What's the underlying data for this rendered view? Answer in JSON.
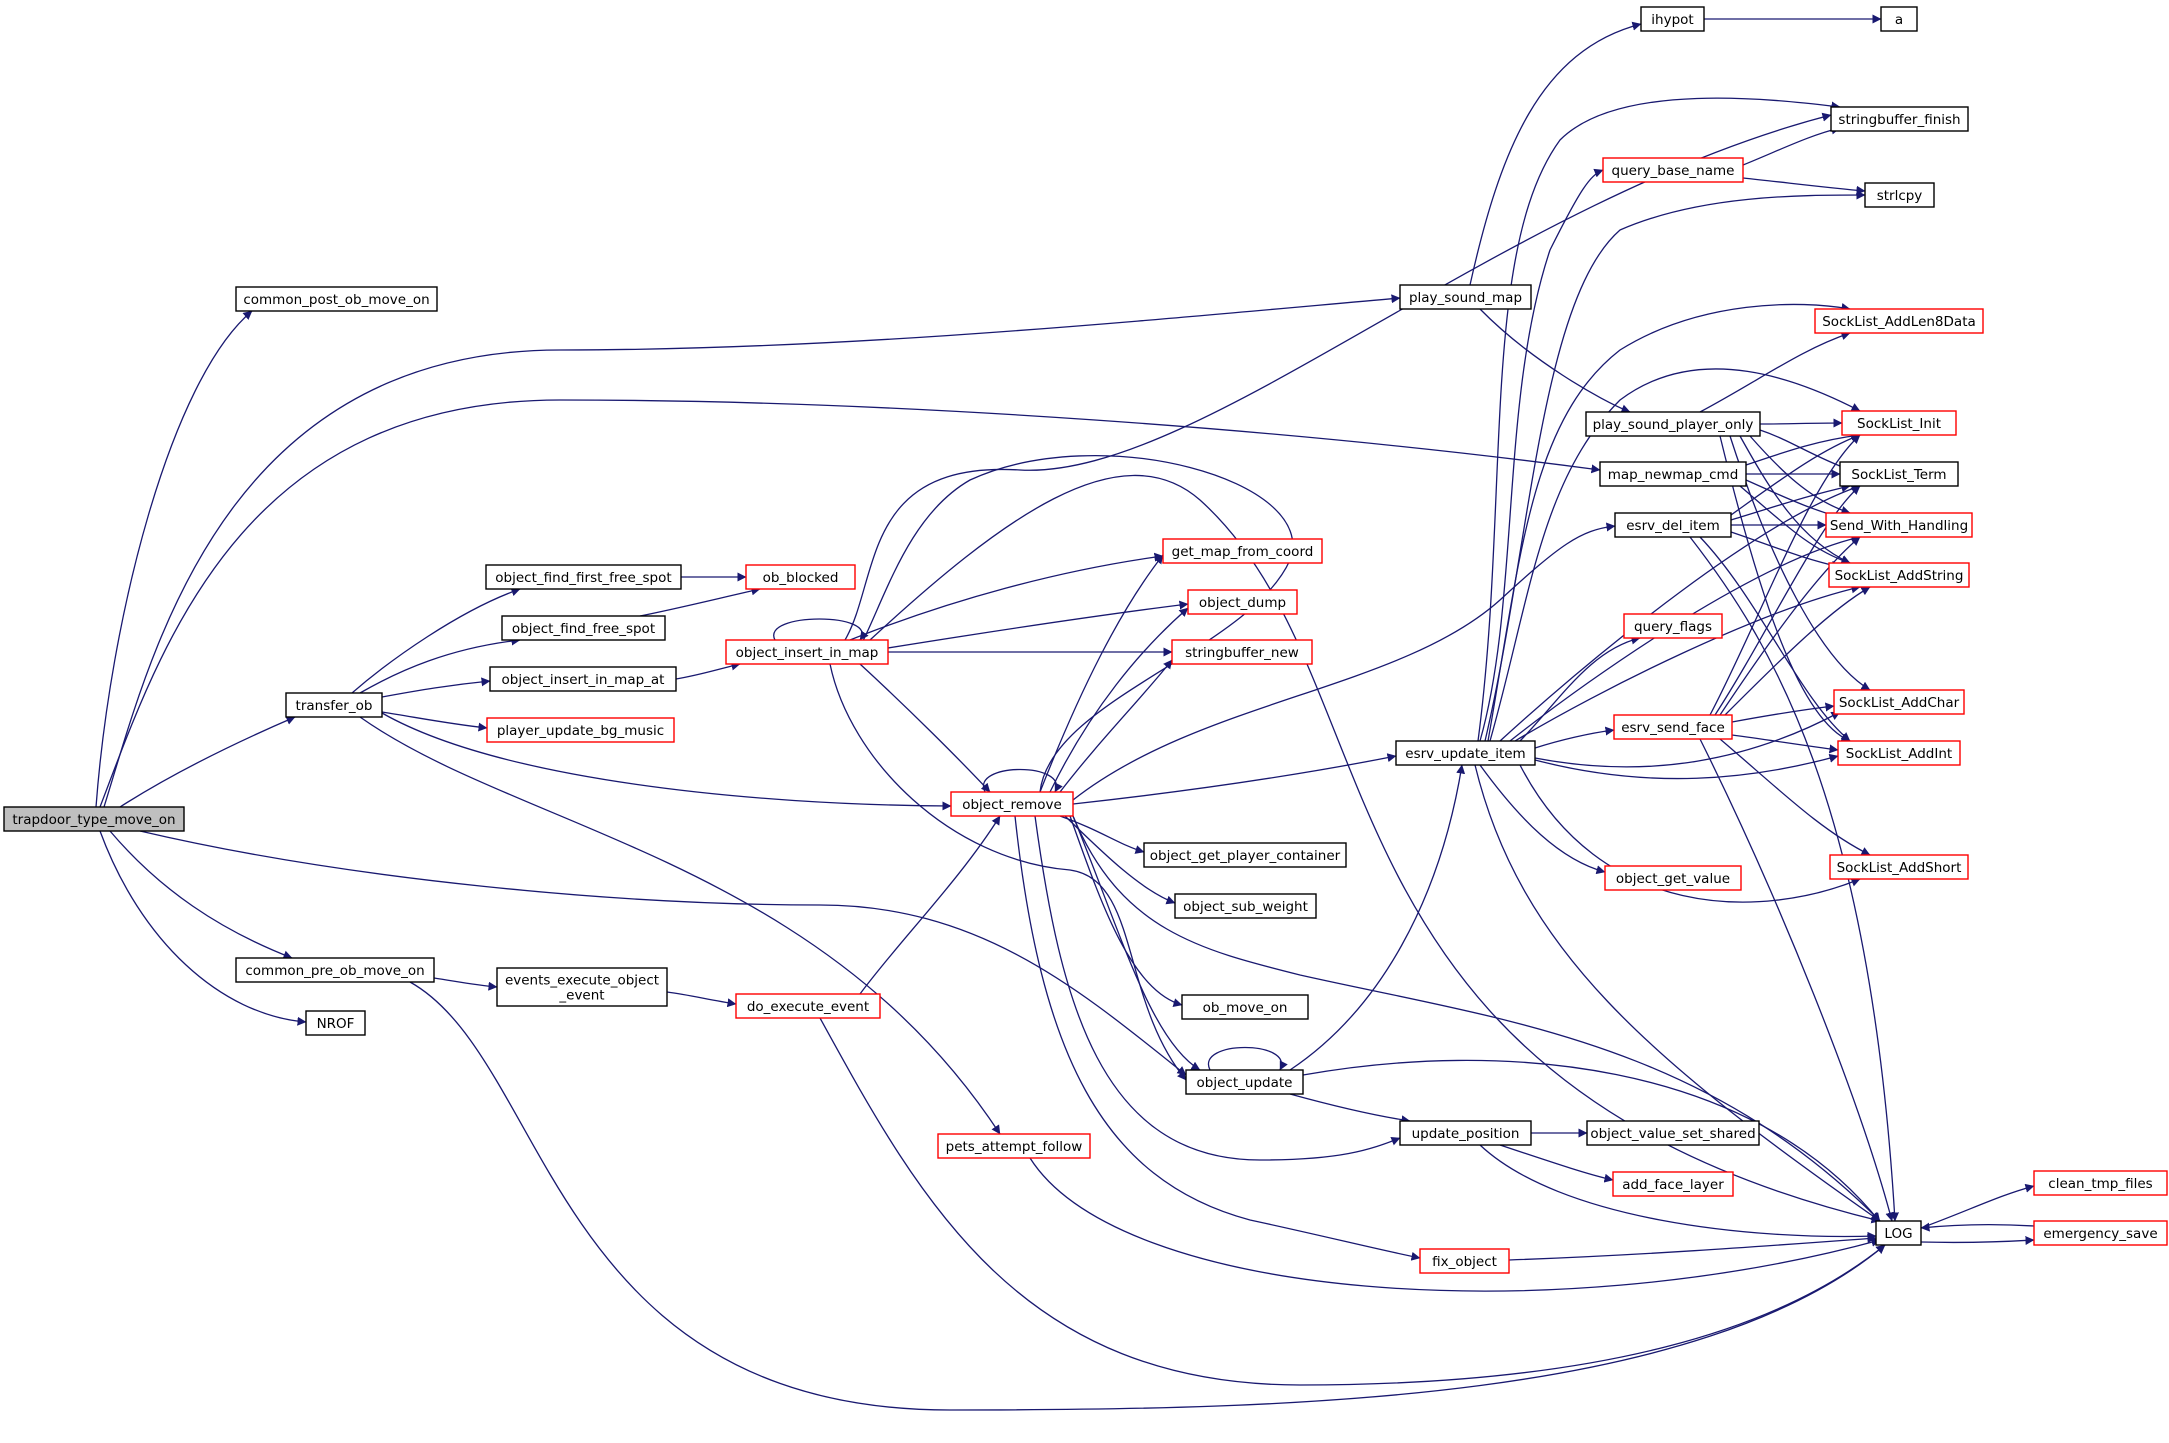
{
  "graph": {
    "colors": {
      "edge": "#191970",
      "border_default": "#000000",
      "border_red": "#ff0000",
      "fill_default": "#ffffff",
      "fill_root": "#bfbfbf"
    },
    "nodes": [
      {
        "id": "root",
        "label": "trapdoor_type_move_on",
        "style": "root"
      },
      {
        "id": "common_post",
        "label": "common_post_ob_move_on",
        "style": "black"
      },
      {
        "id": "transfer_ob",
        "label": "transfer_ob",
        "style": "black"
      },
      {
        "id": "common_pre",
        "label": "common_pre_ob_move_on",
        "style": "black"
      },
      {
        "id": "nrof",
        "label": "NROF",
        "style": "black"
      },
      {
        "id": "ofirst",
        "label": "object_find_first_free_spot",
        "style": "black"
      },
      {
        "id": "ofree",
        "label": "object_find_free_spot",
        "style": "black"
      },
      {
        "id": "oinsat",
        "label": "object_insert_in_map_at",
        "style": "black"
      },
      {
        "id": "pubg",
        "label": "player_update_bg_music",
        "style": "red"
      },
      {
        "id": "evexec",
        "label": [
          "events_execute_object",
          "_event"
        ],
        "style": "black"
      },
      {
        "id": "obblocked",
        "label": "ob_blocked",
        "style": "red"
      },
      {
        "id": "oinsmap",
        "label": "object_insert_in_map",
        "style": "red"
      },
      {
        "id": "oremove",
        "label": "object_remove",
        "style": "red"
      },
      {
        "id": "doexec",
        "label": "do_execute_event",
        "style": "red"
      },
      {
        "id": "pets",
        "label": "pets_attempt_follow",
        "style": "red"
      },
      {
        "id": "getmap",
        "label": "get_map_from_coord",
        "style": "red"
      },
      {
        "id": "odump",
        "label": "object_dump",
        "style": "red"
      },
      {
        "id": "sbnew",
        "label": "stringbuffer_new",
        "style": "red"
      },
      {
        "id": "ogpc",
        "label": "object_get_player_container",
        "style": "black"
      },
      {
        "id": "osw",
        "label": "object_sub_weight",
        "style": "black"
      },
      {
        "id": "obmove",
        "label": "ob_move_on",
        "style": "black"
      },
      {
        "id": "oupdate",
        "label": "object_update",
        "style": "black"
      },
      {
        "id": "fixobj",
        "label": "fix_object",
        "style": "red"
      },
      {
        "id": "playsound",
        "label": "play_sound_map",
        "style": "black"
      },
      {
        "id": "updpos",
        "label": "update_position",
        "style": "black"
      },
      {
        "id": "esrvupd",
        "label": "esrv_update_item",
        "style": "black"
      },
      {
        "id": "ihypot",
        "label": "ihypot",
        "style": "black"
      },
      {
        "id": "a",
        "label": "a",
        "style": "black"
      },
      {
        "id": "qbn",
        "label": "query_base_name",
        "style": "red"
      },
      {
        "id": "sbfinish",
        "label": "stringbuffer_finish",
        "style": "black"
      },
      {
        "id": "strlcpy",
        "label": "strlcpy",
        "style": "black"
      },
      {
        "id": "pspo",
        "label": "play_sound_player_only",
        "style": "black"
      },
      {
        "id": "mapnew",
        "label": "map_newmap_cmd",
        "style": "black"
      },
      {
        "id": "esrvdel",
        "label": "esrv_del_item",
        "style": "black"
      },
      {
        "id": "qflags",
        "label": "query_flags",
        "style": "red"
      },
      {
        "id": "esrvface",
        "label": "esrv_send_face",
        "style": "red"
      },
      {
        "id": "ogetval",
        "label": "object_get_value",
        "style": "red"
      },
      {
        "id": "ovss",
        "label": "object_value_set_shared",
        "style": "black"
      },
      {
        "id": "addface",
        "label": "add_face_layer",
        "style": "red"
      },
      {
        "id": "sladd8",
        "label": "SockList_AddLen8Data",
        "style": "red"
      },
      {
        "id": "slinit",
        "label": "SockList_Init",
        "style": "red"
      },
      {
        "id": "slterm",
        "label": "SockList_Term",
        "style": "black"
      },
      {
        "id": "swh",
        "label": "Send_With_Handling",
        "style": "red"
      },
      {
        "id": "slstr",
        "label": "SockList_AddString",
        "style": "red"
      },
      {
        "id": "slchar",
        "label": "SockList_AddChar",
        "style": "red"
      },
      {
        "id": "slint",
        "label": "SockList_AddInt",
        "style": "red"
      },
      {
        "id": "slshort",
        "label": "SockList_AddShort",
        "style": "red"
      },
      {
        "id": "log",
        "label": "LOG",
        "style": "black"
      },
      {
        "id": "cleantmp",
        "label": "clean_tmp_files",
        "style": "red"
      },
      {
        "id": "emsave",
        "label": "emergency_save",
        "style": "red"
      }
    ],
    "edges": [
      {
        "from": "root",
        "to": "common_post"
      },
      {
        "from": "root",
        "to": "playsound"
      },
      {
        "from": "root",
        "to": "mapnew"
      },
      {
        "from": "root",
        "to": "transfer_ob"
      },
      {
        "from": "root",
        "to": "oupdate"
      },
      {
        "from": "root",
        "to": "common_pre"
      },
      {
        "from": "root",
        "to": "nrof"
      },
      {
        "from": "transfer_ob",
        "to": "ofirst"
      },
      {
        "from": "transfer_ob",
        "to": "ofree"
      },
      {
        "from": "transfer_ob",
        "to": "oinsat"
      },
      {
        "from": "transfer_ob",
        "to": "pubg"
      },
      {
        "from": "transfer_ob",
        "to": "oremove"
      },
      {
        "from": "transfer_ob",
        "to": "pets"
      },
      {
        "from": "common_pre",
        "to": "evexec"
      },
      {
        "from": "common_pre",
        "to": "log"
      },
      {
        "from": "evexec",
        "to": "doexec"
      },
      {
        "from": "doexec",
        "to": "oremove"
      },
      {
        "from": "doexec",
        "to": "log"
      },
      {
        "from": "ofirst",
        "to": "obblocked"
      },
      {
        "from": "ofree",
        "to": "obblocked"
      },
      {
        "from": "oinsat",
        "to": "oinsmap"
      },
      {
        "from": "oinsmap",
        "to": "oinsmap"
      },
      {
        "from": "oinsmap",
        "to": "getmap"
      },
      {
        "from": "oinsmap",
        "to": "odump"
      },
      {
        "from": "oinsmap",
        "to": "sbnew"
      },
      {
        "from": "oinsmap",
        "to": "oremove"
      },
      {
        "from": "oinsmap",
        "to": "oupdate"
      },
      {
        "from": "oinsmap",
        "to": "sbfinish"
      },
      {
        "from": "oinsmap",
        "to": "log"
      },
      {
        "from": "oremove",
        "to": "oremove"
      },
      {
        "from": "oremove",
        "to": "getmap"
      },
      {
        "from": "oremove",
        "to": "odump"
      },
      {
        "from": "oremove",
        "to": "sbnew"
      },
      {
        "from": "oremove",
        "to": "oinsmap"
      },
      {
        "from": "oremove",
        "to": "ogpc"
      },
      {
        "from": "oremove",
        "to": "osw"
      },
      {
        "from": "oremove",
        "to": "obmove"
      },
      {
        "from": "oremove",
        "to": "oupdate"
      },
      {
        "from": "oremove",
        "to": "updpos"
      },
      {
        "from": "oremove",
        "to": "fixobj"
      },
      {
        "from": "oremove",
        "to": "esrvupd"
      },
      {
        "from": "oremove",
        "to": "esrvdel"
      },
      {
        "from": "oremove",
        "to": "log"
      },
      {
        "from": "pets",
        "to": "log"
      },
      {
        "from": "oupdate",
        "to": "oupdate"
      },
      {
        "from": "oupdate",
        "to": "esrvupd"
      },
      {
        "from": "oupdate",
        "to": "updpos"
      },
      {
        "from": "oupdate",
        "to": "log"
      },
      {
        "from": "fixobj",
        "to": "log"
      },
      {
        "from": "playsound",
        "to": "ihypot"
      },
      {
        "from": "playsound",
        "to": "pspo"
      },
      {
        "from": "ihypot",
        "to": "a"
      },
      {
        "from": "updpos",
        "to": "ovss"
      },
      {
        "from": "updpos",
        "to": "addface"
      },
      {
        "from": "updpos",
        "to": "log"
      },
      {
        "from": "esrvupd",
        "to": "qbn"
      },
      {
        "from": "esrvupd",
        "to": "sbfinish"
      },
      {
        "from": "esrvupd",
        "to": "strlcpy"
      },
      {
        "from": "esrvupd",
        "to": "sladd8"
      },
      {
        "from": "esrvupd",
        "to": "slinit"
      },
      {
        "from": "esrvupd",
        "to": "slterm"
      },
      {
        "from": "esrvupd",
        "to": "swh"
      },
      {
        "from": "esrvupd",
        "to": "slstr"
      },
      {
        "from": "esrvupd",
        "to": "qflags"
      },
      {
        "from": "esrvupd",
        "to": "esrvface"
      },
      {
        "from": "esrvupd",
        "to": "slchar"
      },
      {
        "from": "esrvupd",
        "to": "slint"
      },
      {
        "from": "esrvupd",
        "to": "slshort"
      },
      {
        "from": "esrvupd",
        "to": "ogetval"
      },
      {
        "from": "esrvupd",
        "to": "log"
      },
      {
        "from": "qbn",
        "to": "sbfinish"
      },
      {
        "from": "qbn",
        "to": "strlcpy"
      },
      {
        "from": "pspo",
        "to": "sladd8"
      },
      {
        "from": "pspo",
        "to": "slinit"
      },
      {
        "from": "pspo",
        "to": "slterm"
      },
      {
        "from": "pspo",
        "to": "swh"
      },
      {
        "from": "pspo",
        "to": "slstr"
      },
      {
        "from": "pspo",
        "to": "slchar"
      },
      {
        "from": "pspo",
        "to": "slint"
      },
      {
        "from": "mapnew",
        "to": "slinit"
      },
      {
        "from": "mapnew",
        "to": "slterm"
      },
      {
        "from": "mapnew",
        "to": "swh"
      },
      {
        "from": "mapnew",
        "to": "slstr"
      },
      {
        "from": "esrvdel",
        "to": "slinit"
      },
      {
        "from": "esrvdel",
        "to": "slterm"
      },
      {
        "from": "esrvdel",
        "to": "swh"
      },
      {
        "from": "esrvdel",
        "to": "slstr"
      },
      {
        "from": "esrvdel",
        "to": "slint"
      },
      {
        "from": "esrvdel",
        "to": "log"
      },
      {
        "from": "esrvface",
        "to": "slinit"
      },
      {
        "from": "esrvface",
        "to": "slterm"
      },
      {
        "from": "esrvface",
        "to": "swh"
      },
      {
        "from": "esrvface",
        "to": "slstr"
      },
      {
        "from": "esrvface",
        "to": "slchar"
      },
      {
        "from": "esrvface",
        "to": "slint"
      },
      {
        "from": "esrvface",
        "to": "slshort"
      },
      {
        "from": "esrvface",
        "to": "log"
      },
      {
        "from": "log",
        "to": "cleantmp"
      },
      {
        "from": "log",
        "to": "emsave"
      },
      {
        "from": "emsave",
        "to": "log"
      }
    ]
  }
}
